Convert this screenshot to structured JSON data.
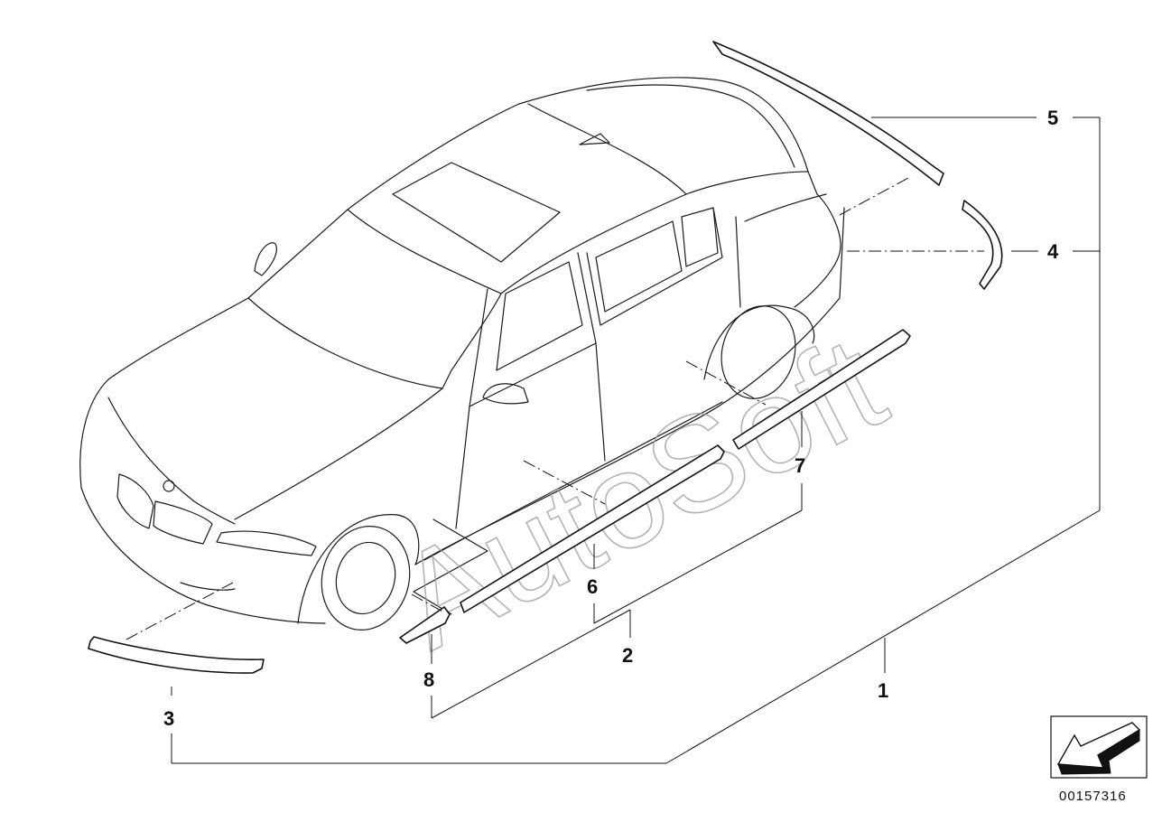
{
  "watermark": "AutoSoft",
  "diagram_ref": "00157316",
  "callouts": {
    "c1": "1",
    "c2": "2",
    "c3": "3",
    "c4": "4",
    "c5": "5",
    "c6": "6",
    "c7": "7",
    "c8": "8"
  },
  "icons": {
    "nav": "arrow-left-down-icon"
  }
}
